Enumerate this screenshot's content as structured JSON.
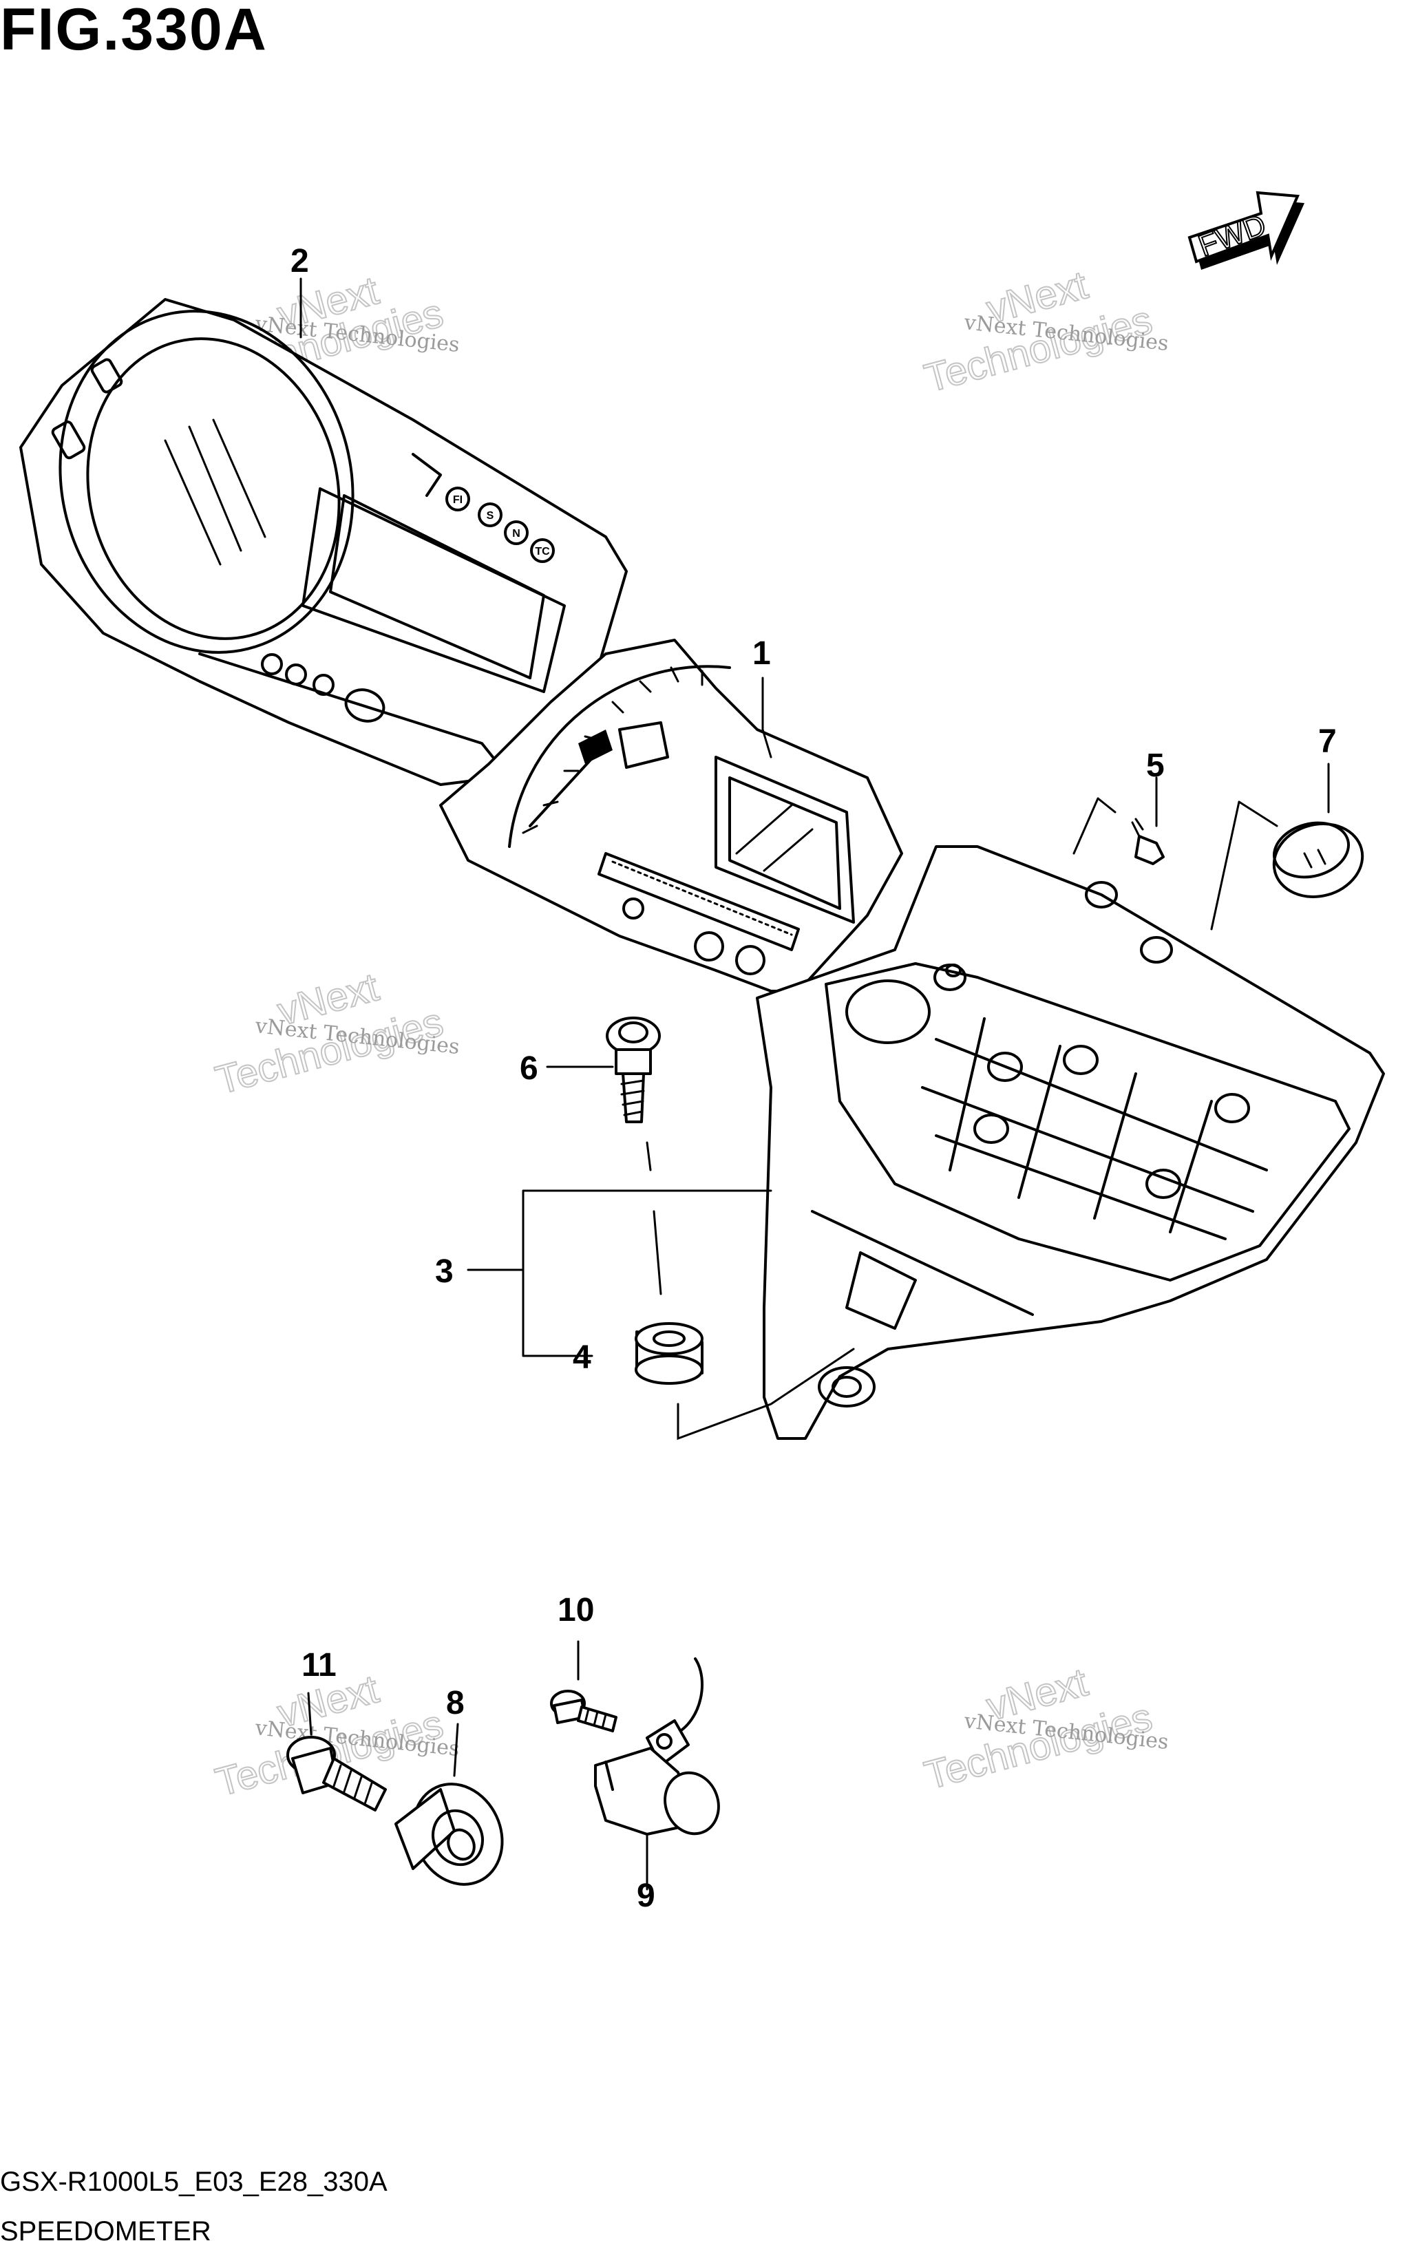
{
  "figure": {
    "title": "FIG.330A",
    "code": "GSX-R1000L5_E03_E28_330A",
    "name": "SPEEDOMETER"
  },
  "direction_indicator": {
    "label": "FWD",
    "icon": "fwd-arrow-icon"
  },
  "watermark": {
    "line1": "vNext Technologies",
    "line2": "vNext",
    "line3": "Technologies"
  },
  "callouts": [
    "1",
    "2",
    "3",
    "4",
    "5",
    "6",
    "7",
    "8",
    "9",
    "10",
    "11"
  ],
  "indicator_letters": [
    "FI",
    "S",
    "N",
    "TC"
  ]
}
